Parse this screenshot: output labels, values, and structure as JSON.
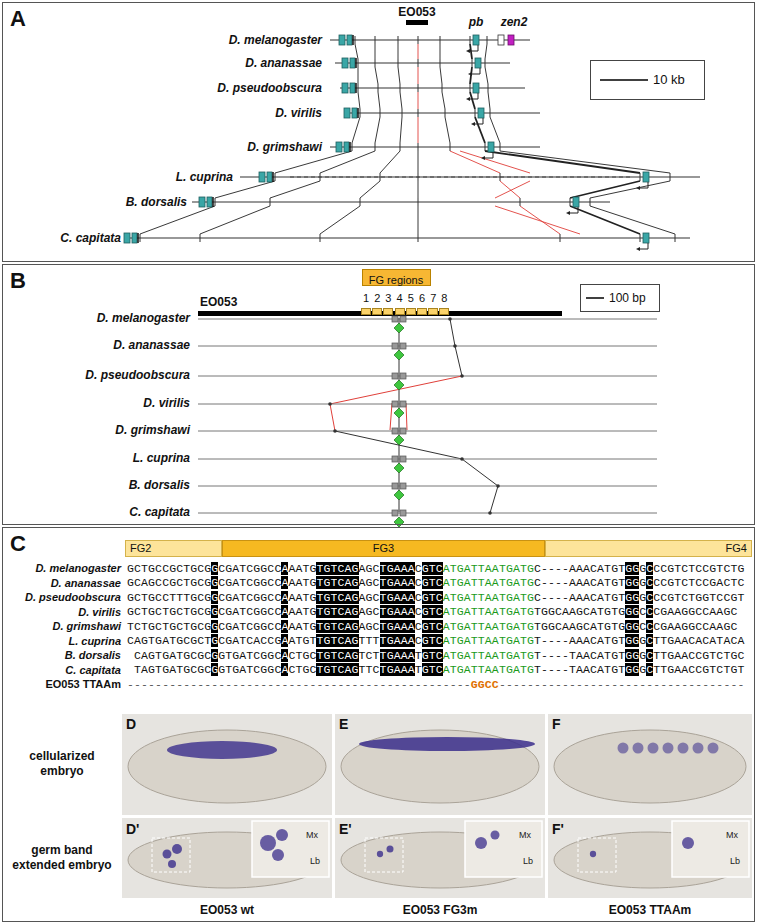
{
  "diagram": {
    "nodes": [
      {
        "text": [
          "A"
        ]
      },
      {
        "text": [
          "10 kb"
        ],
        "in": 0
      },
      {
        "text": [
          "B"
        ]
      },
      {
        "text": [
          "FG regions"
        ],
        "in": 2
      },
      {
        "text": [
          "1"
        ],
        "in": 2
      },
      {
        "text": [
          "2"
        ],
        "in": 2
      },
      {
        "text": [
          "3"
        ],
        "in": 2
      },
      {
        "text": [
          "4"
        ],
        "in": 2
      },
      {
        "text": [
          "5"
        ],
        "in": 2
      },
      {
        "text": [
          "6"
        ],
        "in": 2
      },
      {
        "text": [
          "7"
        ],
        "in": 2
      },
      {
        "text": [
          "8"
        ],
        "in": 2
      },
      {
        "text": [
          "100 bp"
        ],
        "in": 2
      },
      {
        "text": [
          "C"
        ]
      },
      {
        "text": [
          "FG2"
        ],
        "in": 13
      },
      {
        "text": [
          "FG3"
        ],
        "in": 13
      },
      {
        "text": [
          "FG4"
        ],
        "in": 13
      }
    ],
    "labels": [
      "D. melanogaster",
      "D. ananassae",
      "D. pseudoobscura",
      "D. virilis",
      "D. grimshawi",
      "L. cuprina",
      "B. dorsalis",
      "C. capitata",
      "EO053",
      "pb",
      "zen2",
      "EO053",
      "D. melanogaster",
      "D. ananassae",
      "D. pseudoobscura",
      "D. virilis",
      "D. grimshawi",
      "L. cuprina",
      "B. dorsalis",
      "C. capitata",
      "D. melanogaster",
      "D. ananassae",
      "D. pseudoobscura",
      "D. virilis",
      "D. grimshawi",
      "L. cuprina",
      "B. dorsalis",
      "C. capitata",
      "GCTGCCGCTGCGGCGATCGGCCAAATGTGTCAGAGCTGAAACGTCATGATTAATGATGC----AAACATGTGGGCCCGTCTCCGTCTG",
      "GCAGCCGCTGCGGCGATCGGCCAAATGTGTCAGAGCTGAAACGTCATGATTAATGATGC----AAACATGTGGGCCCGTCTCCGACTC",
      "GCTGCCTTTGCGGCGATCGGCCAAATGTGTCAGAGCTGAAACGTCATGATTAATGATGC----AAACATGTGGGCCCGTCTGGTCCGT",
      "GCTGCTGCTGCGGCGATCGGCCAAATGTGTCAGAGCTGAAACGTCATGATTAATGATGTGGCAAGCATGTGGGCCCGAAGGCCAAGC",
      "TCTGCTGCTGCGGCGATCGGCCAAATGTGTCAGAGCTGAAACGTCATGATTAATGATGTGGCAAGCATGTGGGCCCGAAGGCCAAGC",
      "CAGTGATGCGCTGCGATCACCGAATGTTGTCAGTTTTGAAACGTCATGATTAATGATGT----AAACATGTGGGCTTGAACACATACA",
      "CAGTGATGCGCGGTGATCGGCACTGCTGTCAGTCTTGAAATGTCATGATTAATGATGT----TAACATGTGGGCTTGAACCGTCTGC",
      "TAGTGATGCGCGGTGATCGGCACTGCTGTCAGTTCTGAAATGTCATGATTAATGATGT----TAACATGTGGGCTTGAACCGTCTGT",
      "EO053 TTAAm",
      "-------------------------------------------------GGCC-----------------------------------",
      "cellularized embryo",
      "germ band extended embryo",
      "D",
      "E",
      "F",
      "D'",
      "E'",
      "F'",
      "Mx",
      "Lb",
      "Mx",
      "Lb",
      "Mx",
      "Lb",
      "EO053 wt",
      "EO053 FG3m",
      "EO053 TTAAm"
    ]
  }
}
